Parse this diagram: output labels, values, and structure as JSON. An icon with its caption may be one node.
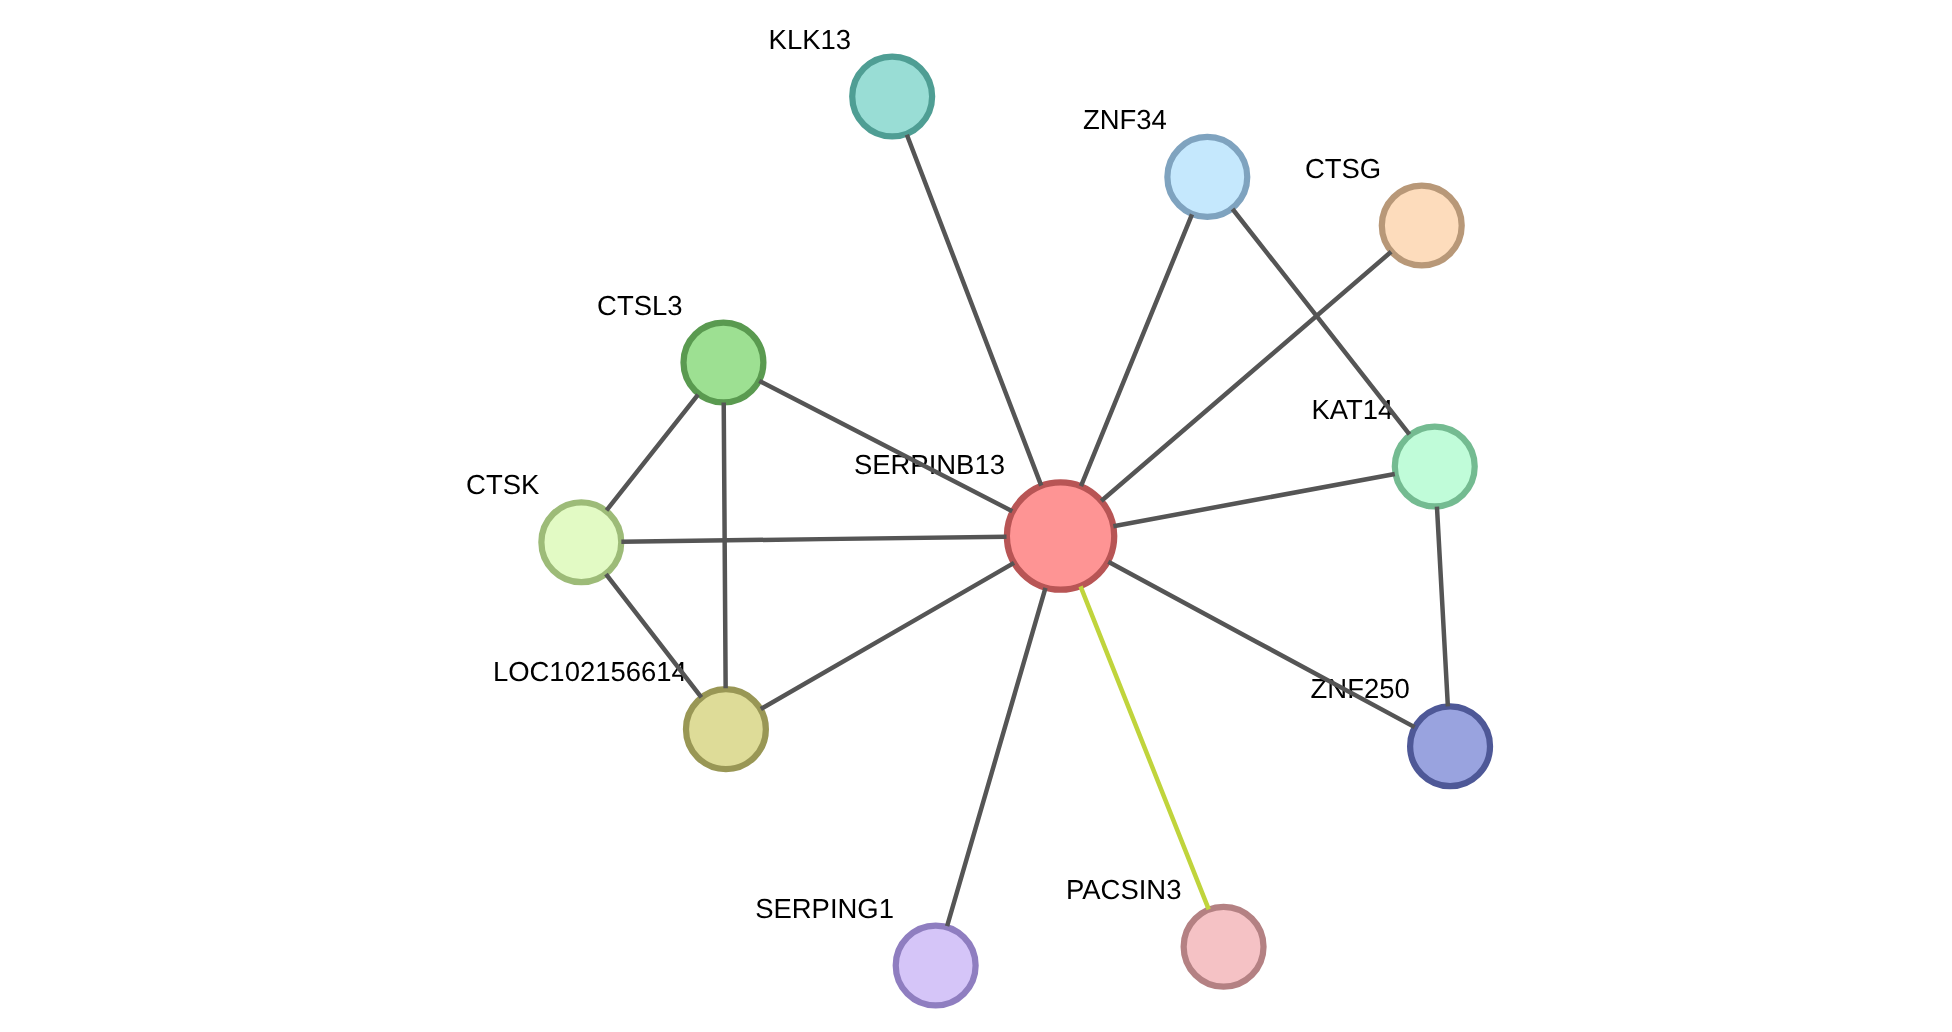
{
  "diagram": {
    "nodes": [
      {
        "text": [],
        "shape": "circle",
        "beside": [
          "KLK13"
        ]
      },
      {
        "text": [],
        "shape": "circle",
        "beside": [
          "CTSG"
        ]
      },
      {
        "text": [],
        "shape": "circle",
        "beside": [
          "SERPING1"
        ]
      },
      {
        "text": [],
        "shape": "circle",
        "beside": [
          "CTSL3"
        ]
      },
      {
        "text": [],
        "shape": "circle",
        "beside": [
          "SERPINB13"
        ]
      },
      {
        "text": [],
        "shape": "circle",
        "beside": [
          "ZNF34"
        ]
      },
      {
        "text": [],
        "shape": "circle",
        "beside": [
          "LOC102156614"
        ]
      },
      {
        "text": [],
        "shape": "circle",
        "beside": [
          "KAT14"
        ]
      },
      {
        "text": [],
        "shape": "circle",
        "beside": [
          "CTSK"
        ]
      },
      {
        "text": [],
        "shape": "circle",
        "beside": [
          "ZNF250"
        ]
      },
      {
        "text": [],
        "shape": "circle",
        "beside": [
          "PACSIN3"
        ]
      }
    ],
    "edges": [
      {
        "from": 4,
        "to": 0,
        "arrow": "none"
      },
      {
        "from": 4,
        "to": 1,
        "arrow": "none"
      },
      {
        "from": 4,
        "to": 2,
        "arrow": "none"
      },
      {
        "from": 4,
        "to": 3,
        "arrow": "none"
      },
      {
        "from": 4,
        "to": 5,
        "arrow": "none"
      },
      {
        "from": 4,
        "to": 6,
        "arrow": "none"
      },
      {
        "from": 4,
        "to": 7,
        "arrow": "none"
      },
      {
        "from": 4,
        "to": 8,
        "arrow": "none"
      },
      {
        "from": 4,
        "to": 9,
        "arrow": "none"
      },
      {
        "from": 4,
        "to": 10,
        "arrow": "none",
        "color": "#c0d43c"
      },
      {
        "from": 3,
        "to": 6,
        "arrow": "none"
      },
      {
        "from": 3,
        "to": 8,
        "arrow": "none"
      },
      {
        "from": 6,
        "to": 8,
        "arrow": "none"
      },
      {
        "from": 5,
        "to": 7,
        "arrow": "none"
      },
      {
        "from": 7,
        "to": 9,
        "arrow": "none"
      }
    ]
  }
}
